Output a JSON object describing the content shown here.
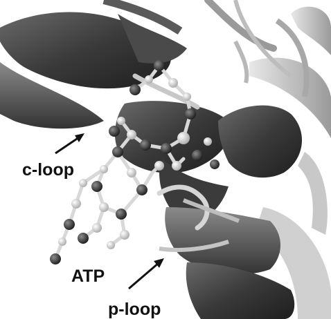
{
  "labels": {
    "c_loop": "c-loop",
    "atp": "ATP",
    "p_loop": "p-loop"
  },
  "colors": {
    "ribbon_dark": "#3a3a3a",
    "ribbon_mid": "#555555",
    "ribbon_light": "#bdbdbd",
    "atom_dark": "#2a2a2a",
    "atom_light": "#e6e6e6",
    "label_text": "#111111"
  }
}
